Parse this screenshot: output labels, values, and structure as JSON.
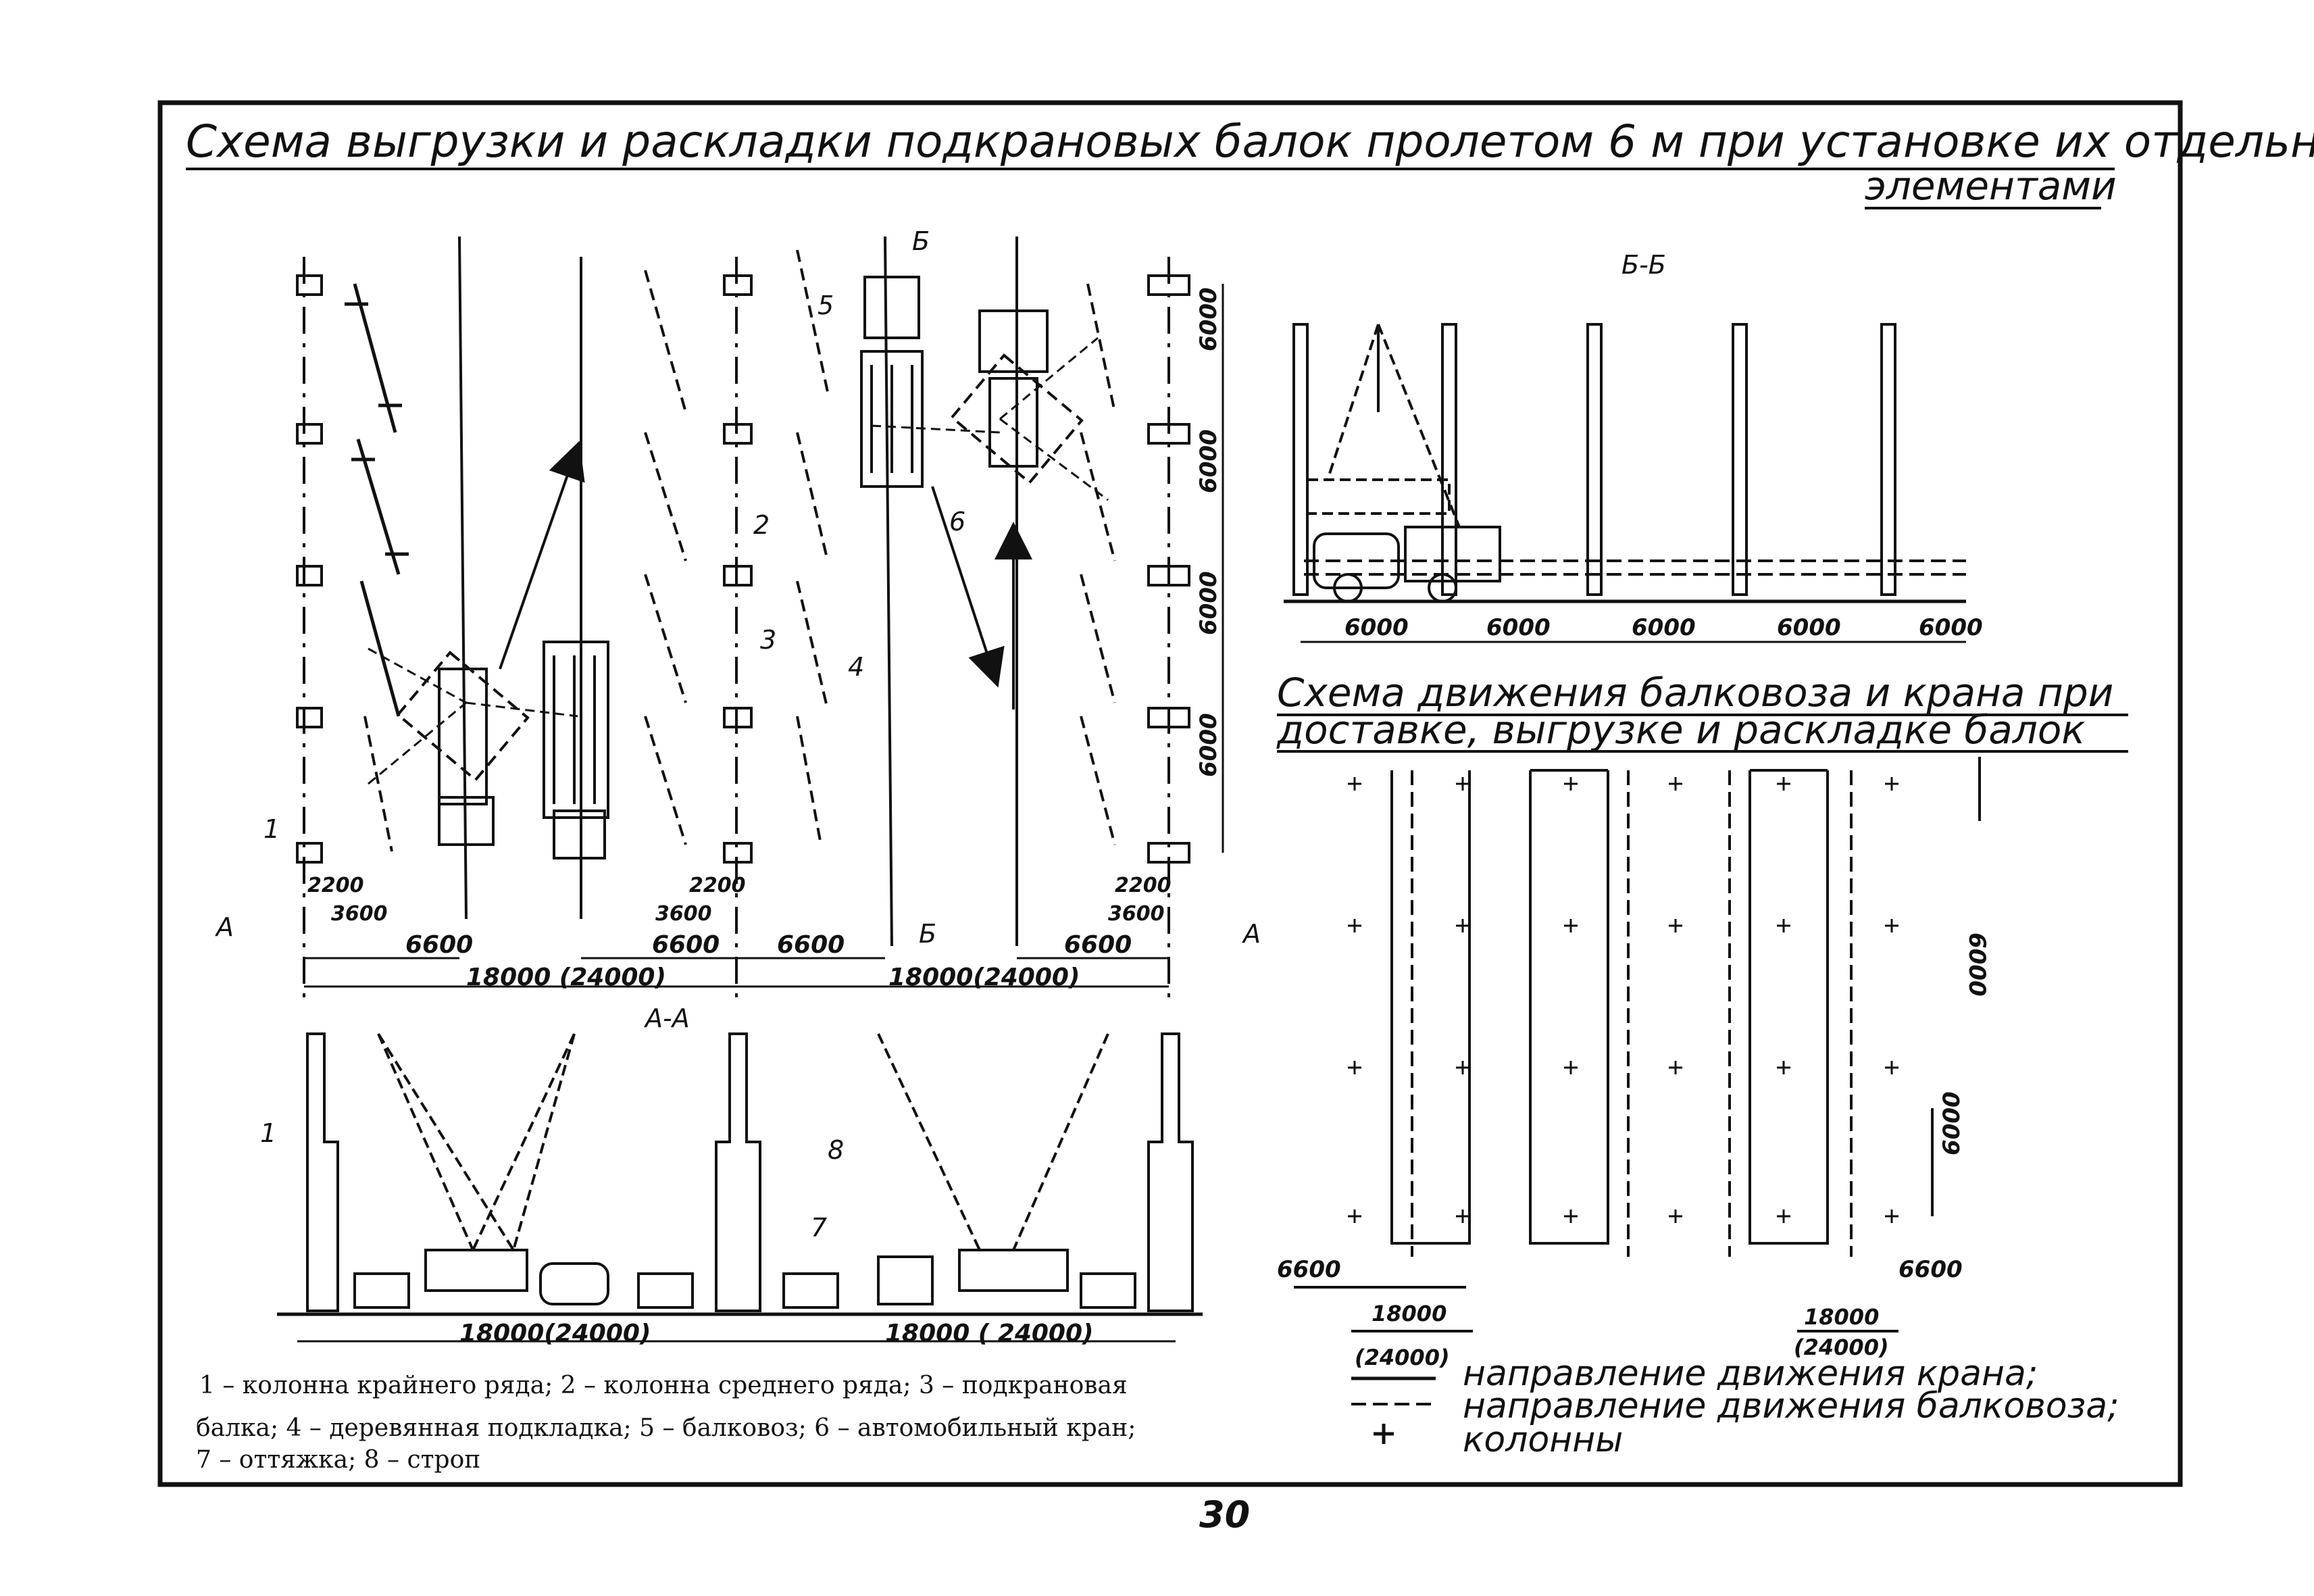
{
  "title": {
    "line1": "Схема выгрузки и раскладки подкрановых балок пролетом 6 м при установке их отдельными",
    "line2": "элементами"
  },
  "plan": {
    "dims_span": [
      "18000 (24000)",
      "18000(24000)"
    ],
    "dims_offset": [
      "6600",
      "6600",
      "6600",
      "6600"
    ],
    "dims_small": [
      "2200",
      "3600",
      "2200",
      "3600",
      "2200",
      "3600"
    ],
    "dims_vertical": [
      "6000",
      "6000",
      "6000",
      "6000"
    ],
    "callouts": [
      "1",
      "2",
      "3",
      "4",
      "5",
      "6"
    ],
    "section_marks": {
      "a": "А",
      "b": "Б"
    }
  },
  "section_bb": {
    "title": "Б-Б",
    "dims": [
      "6000",
      "6000",
      "6000",
      "6000",
      "6000"
    ]
  },
  "section_aa": {
    "title": "А-А",
    "dims": [
      "18000(24000)",
      "18000 ( 24000)"
    ],
    "callouts": [
      "1",
      "7",
      "8"
    ]
  },
  "movement": {
    "title_line1": "Схема движения балковоза и крана при",
    "title_line2": "доставке, выгрузке и раскладке балок",
    "dims": [
      "6000",
      "6000",
      "6600",
      "6600",
      "18000",
      "(24000)",
      "18000",
      "(24000)"
    ]
  },
  "legend_text": [
    "1 – колонна крайнего ряда;  2 – колонна среднего ряда;  3 – подкрановая",
    "балка;  4 – деревянная подкладка;  5 – балковоз;  6 – автомобильный кран;",
    "7 – оттяжка;  8 – строп"
  ],
  "symbol_legend": [
    "направление движения крана;",
    "направление движения балковоза;",
    "колонны"
  ],
  "page_number": "30"
}
